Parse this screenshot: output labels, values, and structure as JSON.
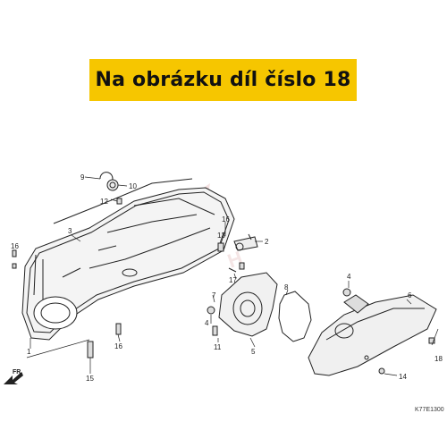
{
  "banner": {
    "text": "Na obrázku díl číslo 18",
    "background": "#f6c600"
  },
  "diagram": {
    "front_label": "FR.",
    "diagram_code": "K77E1300",
    "part_labels": [
      "1",
      "2",
      "3",
      "4",
      "4",
      "5",
      "6",
      "7",
      "8",
      "9",
      "10",
      "11",
      "12",
      "13",
      "14",
      "15",
      "16",
      "16",
      "16",
      "17",
      "18"
    ]
  },
  "colors": {
    "line": "#222222",
    "watermark": "#e9c9c9"
  }
}
